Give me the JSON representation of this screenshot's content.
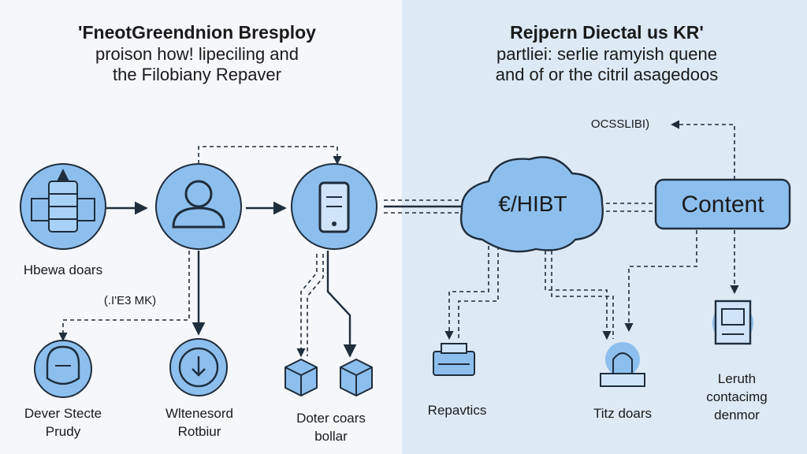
{
  "left": {
    "title": "'FneotGreendnion Bresploy",
    "subtitle_line1": "proison how! lipeciling and",
    "subtitle_line2": "the Filobiany Repaver"
  },
  "right": {
    "title": "Rejpern Diectal us KR'",
    "subtitle_line1": "partliei: serlie ramyish quene",
    "subtitle_line2": "and of or the citril asagedoos"
  },
  "labels": {
    "node1": "Hbewa doars",
    "mid_note": "(.I'E3 MK)",
    "bottom1_line1": "Dever Stecte",
    "bottom1_line2": "Prudy",
    "bottom2_line1": "Wltenesord",
    "bottom2_line2": "Rotbiur",
    "bottom3_line1": "Doter coars",
    "bottom3_line2": "bollar",
    "cloud": "/HIBT",
    "cloud_prefix": "€",
    "top_note": "OCSSLIBI)",
    "content": "Content",
    "repavtics": "Repavtics",
    "titz": "Titz doars",
    "leruth_line1": "Leruth",
    "leruth_line2": "contacimg",
    "leruth_line3": "denmor"
  },
  "colors": {
    "accent_fill": "#8dbfee",
    "accent_stroke": "#1f2d3d",
    "panel_right": "#dde9f4"
  },
  "icons": [
    "tower-icon",
    "user-icon",
    "phone-icon",
    "cloud-icon",
    "content-box",
    "face-icon",
    "download-icon",
    "box-icon",
    "printer-icon",
    "scale-icon",
    "monitor-icon"
  ]
}
